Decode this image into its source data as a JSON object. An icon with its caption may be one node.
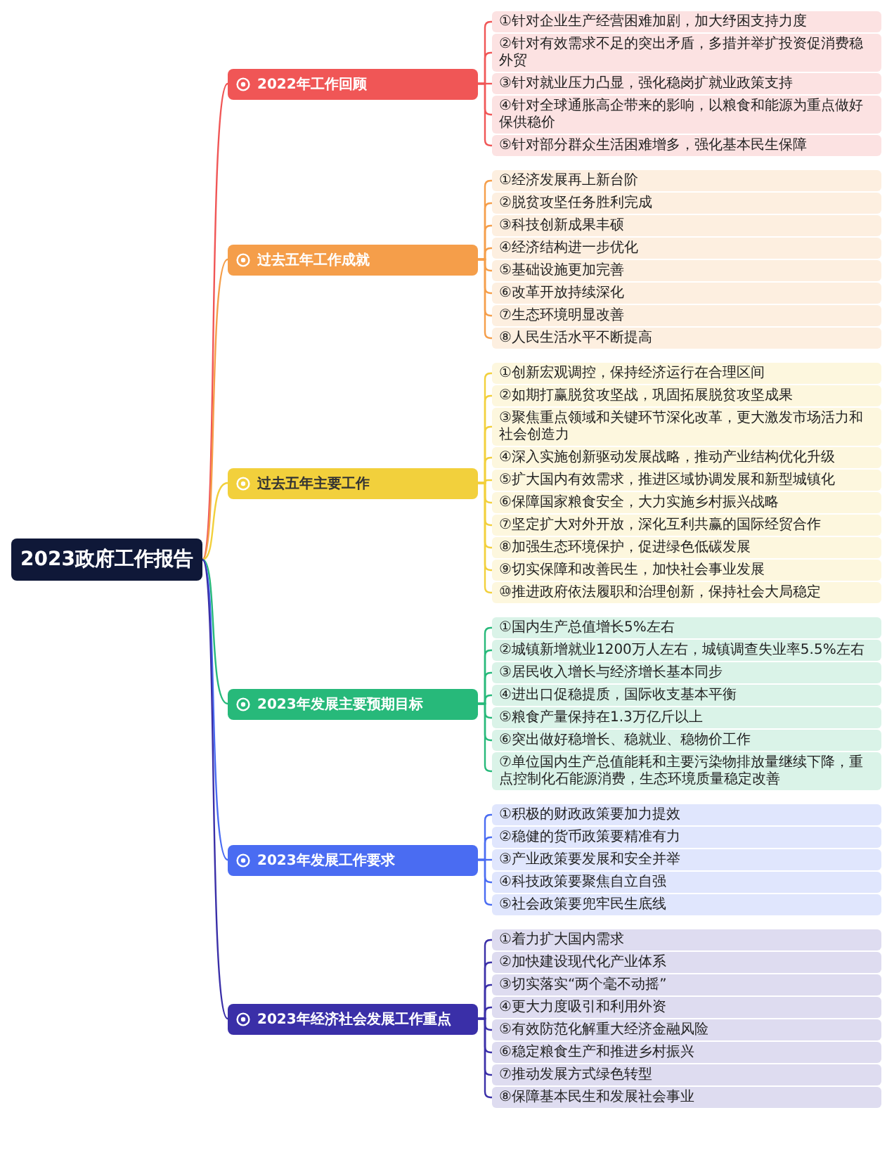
{
  "diagram": {
    "nodes": [
      {
        "text": [
          "2023政府工作报告"
        ]
      },
      {
        "text": [
          "2022年工作回顾"
        ]
      },
      {
        "text": [
          "①针对企业生产经营困难加剧，加大纾困支持力度"
        ]
      },
      {
        "text": [
          "②针对有效需求不足的突出矛盾，多措并举扩投资促消费稳外贸"
        ]
      },
      {
        "text": [
          "③针对就业压力凸显，强化稳岗扩就业政策支持"
        ]
      },
      {
        "text": [
          "④针对全球通胀高企带来的影响，以粮食和能源为重点做好保供稳价"
        ]
      },
      {
        "text": [
          "⑤针对部分群众生活困难增多，强化基本民生保障"
        ]
      },
      {
        "text": [
          "过去五年工作成就"
        ]
      },
      {
        "text": [
          "①经济发展再上新台阶"
        ]
      },
      {
        "text": [
          "②脱贫攻坚任务胜利完成"
        ]
      },
      {
        "text": [
          "③科技创新成果丰硕"
        ]
      },
      {
        "text": [
          "④经济结构进一步优化"
        ]
      },
      {
        "text": [
          "⑤基础设施更加完善"
        ]
      },
      {
        "text": [
          "⑥改革开放持续深化"
        ]
      },
      {
        "text": [
          "⑦生态环境明显改善"
        ]
      },
      {
        "text": [
          "⑧人民生活水平不断提高"
        ]
      },
      {
        "text": [
          "过去五年主要工作"
        ]
      },
      {
        "text": [
          "①创新宏观调控，保持经济运行在合理区间"
        ]
      },
      {
        "text": [
          "②如期打赢脱贫攻坚战，巩固拓展脱贫攻坚成果"
        ]
      },
      {
        "text": [
          "③聚焦重点领域和关键环节深化改革，更大激发市场活力和社会创造力"
        ]
      },
      {
        "text": [
          "④深入实施创新驱动发展战略，推动产业结构优化升级"
        ]
      },
      {
        "text": [
          "⑤扩大国内有效需求，推进区域协调发展和新型城镇化"
        ]
      },
      {
        "text": [
          "⑥保障国家粮食安全，大力实施乡村振兴战略"
        ]
      },
      {
        "text": [
          "⑦坚定扩大对外开放，深化互利共赢的国际经贸合作"
        ]
      },
      {
        "text": [
          "⑧加强生态环境保护，促进绿色低碳发展"
        ]
      },
      {
        "text": [
          "⑨切实保障和改善民生，加快社会事业发展"
        ]
      },
      {
        "text": [
          "⑩推进政府依法履职和治理创新，保持社会大局稳定"
        ]
      },
      {
        "text": [
          "2023年发展主要预期目标"
        ]
      },
      {
        "text": [
          "①国内生产总值增长5%左右"
        ]
      },
      {
        "text": [
          "②城镇新增就业1200万人左右，城镇调查失业率5.5%左右"
        ]
      },
      {
        "text": [
          "③居民收入增长与经济增长基本同步"
        ]
      },
      {
        "text": [
          "④进出口促稳提质，国际收支基本平衡"
        ]
      },
      {
        "text": [
          "⑤粮食产量保持在1.3万亿斤以上"
        ]
      },
      {
        "text": [
          "⑥突出做好稳增长、稳就业、稳物价工作"
        ]
      },
      {
        "text": [
          "⑦单位国内生产总值能耗和主要污染物排放量继续下降，重点控制化石能源消费，生态环境质量稳定改善"
        ]
      },
      {
        "text": [
          "2023年发展工作要求"
        ]
      },
      {
        "text": [
          "①积极的财政政策要加力提效"
        ]
      },
      {
        "text": [
          "②稳健的货币政策要精准有力"
        ]
      },
      {
        "text": [
          "③产业政策要发展和安全并举"
        ]
      },
      {
        "text": [
          "④科技政策要聚焦自立自强"
        ]
      },
      {
        "text": [
          "⑤社会政策要兜牢民生底线"
        ]
      },
      {
        "text": [
          "2023年经济社会发展工作重点"
        ]
      },
      {
        "text": [
          "①着力扩大国内需求"
        ]
      },
      {
        "text": [
          "②加快建设现代化产业体系"
        ]
      },
      {
        "text": [
          "③切实落实“两个毫不动摇”"
        ]
      },
      {
        "text": [
          "④更大力度吸引和利用外资"
        ]
      },
      {
        "text": [
          "⑤有效防范化解重大经济金融风险"
        ]
      },
      {
        "text": [
          "⑥稳定粮食生产和推进乡村振兴"
        ]
      },
      {
        "text": [
          "⑦推动发展方式绿色转型"
        ]
      },
      {
        "text": [
          "⑧保障基本民生和发展社会事业"
        ]
      }
    ],
    "edges": [
      {
        "from": 0,
        "to": 1,
        "arrow": "none",
        "color": "#f05656"
      },
      {
        "from": 0,
        "to": 7,
        "arrow": "none",
        "color": "#f59e4a"
      },
      {
        "from": 0,
        "to": 16,
        "arrow": "none",
        "color": "#f2d03c"
      },
      {
        "from": 0,
        "to": 27,
        "arrow": "none",
        "color": "#27b97a"
      },
      {
        "from": 0,
        "to": 35,
        "arrow": "none",
        "color": "#4a6cf2"
      },
      {
        "from": 0,
        "to": 41,
        "arrow": "none",
        "color": "#3a2fa8"
      },
      {
        "from": 1,
        "to": 2,
        "arrow": "none",
        "color": "#f05656"
      },
      {
        "from": 1,
        "to": 3,
        "arrow": "none",
        "color": "#f05656"
      },
      {
        "from": 1,
        "to": 4,
        "arrow": "none",
        "color": "#f05656"
      },
      {
        "from": 1,
        "to": 5,
        "arrow": "none",
        "color": "#f05656"
      },
      {
        "from": 1,
        "to": 6,
        "arrow": "none",
        "color": "#f05656"
      },
      {
        "from": 7,
        "to": 8,
        "arrow": "none",
        "color": "#f59e4a"
      },
      {
        "from": 7,
        "to": 9,
        "arrow": "none",
        "color": "#f59e4a"
      },
      {
        "from": 7,
        "to": 10,
        "arrow": "none",
        "color": "#f59e4a"
      },
      {
        "from": 7,
        "to": 11,
        "arrow": "none",
        "color": "#f59e4a"
      },
      {
        "from": 7,
        "to": 12,
        "arrow": "none",
        "color": "#f59e4a"
      },
      {
        "from": 7,
        "to": 13,
        "arrow": "none",
        "color": "#f59e4a"
      },
      {
        "from": 7,
        "to": 14,
        "arrow": "none",
        "color": "#f59e4a"
      },
      {
        "from": 7,
        "to": 15,
        "arrow": "none",
        "color": "#f59e4a"
      },
      {
        "from": 16,
        "to": 17,
        "arrow": "none",
        "color": "#f2d03c"
      },
      {
        "from": 16,
        "to": 18,
        "arrow": "none",
        "color": "#f2d03c"
      },
      {
        "from": 16,
        "to": 19,
        "arrow": "none",
        "color": "#f2d03c"
      },
      {
        "from": 16,
        "to": 20,
        "arrow": "none",
        "color": "#f2d03c"
      },
      {
        "from": 16,
        "to": 21,
        "arrow": "none",
        "color": "#f2d03c"
      },
      {
        "from": 16,
        "to": 22,
        "arrow": "none",
        "color": "#f2d03c"
      },
      {
        "from": 16,
        "to": 23,
        "arrow": "none",
        "color": "#f2d03c"
      },
      {
        "from": 16,
        "to": 24,
        "arrow": "none",
        "color": "#f2d03c"
      },
      {
        "from": 16,
        "to": 25,
        "arrow": "none",
        "color": "#f2d03c"
      },
      {
        "from": 16,
        "to": 26,
        "arrow": "none",
        "color": "#f2d03c"
      },
      {
        "from": 27,
        "to": 28,
        "arrow": "none",
        "color": "#27b97a"
      },
      {
        "from": 27,
        "to": 29,
        "arrow": "none",
        "color": "#27b97a"
      },
      {
        "from": 27,
        "to": 30,
        "arrow": "none",
        "color": "#27b97a"
      },
      {
        "from": 27,
        "to": 31,
        "arrow": "none",
        "color": "#27b97a"
      },
      {
        "from": 27,
        "to": 32,
        "arrow": "none",
        "color": "#27b97a"
      },
      {
        "from": 27,
        "to": 33,
        "arrow": "none",
        "color": "#27b97a"
      },
      {
        "from": 27,
        "to": 34,
        "arrow": "none",
        "color": "#27b97a"
      },
      {
        "from": 35,
        "to": 36,
        "arrow": "none",
        "color": "#4a6cf2"
      },
      {
        "from": 35,
        "to": 37,
        "arrow": "none",
        "color": "#4a6cf2"
      },
      {
        "from": 35,
        "to": 38,
        "arrow": "none",
        "color": "#4a6cf2"
      },
      {
        "from": 35,
        "to": 39,
        "arrow": "none",
        "color": "#4a6cf2"
      },
      {
        "from": 35,
        "to": 40,
        "arrow": "none",
        "color": "#4a6cf2"
      },
      {
        "from": 41,
        "to": 42,
        "arrow": "none",
        "color": "#3a2fa8"
      },
      {
        "from": 41,
        "to": 43,
        "arrow": "none",
        "color": "#3a2fa8"
      },
      {
        "from": 41,
        "to": 44,
        "arrow": "none",
        "color": "#3a2fa8"
      },
      {
        "from": 41,
        "to": 45,
        "arrow": "none",
        "color": "#3a2fa8"
      },
      {
        "from": 41,
        "to": 46,
        "arrow": "none",
        "color": "#3a2fa8"
      },
      {
        "from": 41,
        "to": 47,
        "arrow": "none",
        "color": "#3a2fa8"
      },
      {
        "from": 41,
        "to": 48,
        "arrow": "none",
        "color": "#3a2fa8"
      },
      {
        "from": 41,
        "to": 49,
        "arrow": "none",
        "color": "#3a2fa8"
      }
    ]
  }
}
